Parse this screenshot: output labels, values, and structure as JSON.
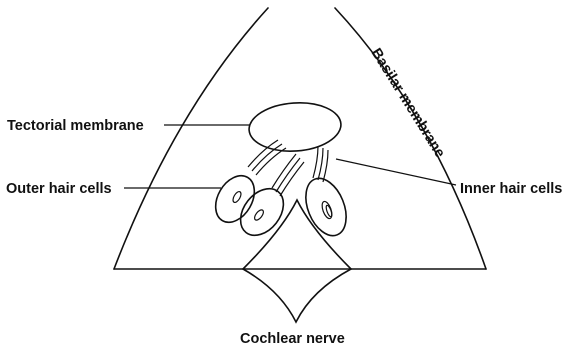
{
  "labels": {
    "tectorial_membrane": "Tectorial membrane",
    "outer_hair_cells": "Outer hair cells",
    "inner_hair_cells": "Inner hair cells",
    "basilar_membrane": "Basilar membrane",
    "cochlear_nerve": "Cochlear nerve"
  }
}
